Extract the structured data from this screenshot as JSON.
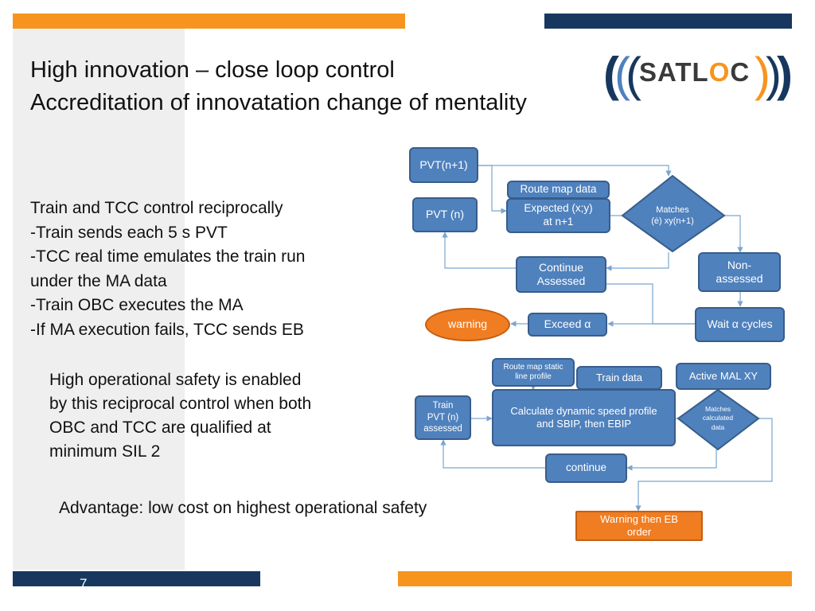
{
  "slide": {
    "title_line1": "High innovation – close loop control",
    "title_line2": "Accreditation of innovatation change of mentality",
    "text_block1": [
      "Train and TCC control reciprocally",
      "-Train sends each 5 s PVT",
      "-TCC real time emulates the train run",
      "under the MA data",
      "-Train OBC executes the MA",
      "-If MA execution fails, TCC sends EB"
    ],
    "text_block2": [
      "High operational safety is enabled",
      "by this reciprocal control when both",
      "OBC and TCC are qualified at",
      "minimum SIL 2"
    ],
    "advantage": "Advantage: low cost on highest operational safety",
    "page_number": "7",
    "logo": {
      "text_prefix": "SATL",
      "text_o": "O",
      "text_suffix": "C"
    },
    "colors": {
      "orange": "#f7941d",
      "navy": "#17375e",
      "node_blue": "#4f81bd",
      "node_orange": "#f07d22",
      "connector": "#7aa6cf"
    }
  },
  "flow_top": {
    "pvt_n1": "PVT(n+1)",
    "pvt_n": "PVT (n)",
    "route_map_data": "Route map data",
    "expected_line1": "Expected (x;y)",
    "expected_line2": "at n+1",
    "matches_line1": "Matches",
    "matches_line2": "(ė) xy(n+1)",
    "non_assessed_line1": "Non-",
    "non_assessed_line2": "assessed",
    "continue_line1": "Continue",
    "continue_line2": "Assessed",
    "wait": "Wait α cycles",
    "exceed": "Exceed α",
    "warning": "warning"
  },
  "flow_bottom": {
    "route_static_line1": "Route map static",
    "route_static_line2": "line profile",
    "train_data": "Train data",
    "active_mal": "Active MAL XY",
    "train_pvt_line1": "Train",
    "train_pvt_line2": "PVT (n)",
    "train_pvt_line3": "assessed",
    "calc_line1": "Calculate dynamic speed profile",
    "calc_line2": "and SBIP, then EBIP",
    "matches_line1": "Matches",
    "matches_line2": "calculated",
    "matches_line3": "data",
    "continue": "continue",
    "warning_eb_line1": "Warning then EB",
    "warning_eb_line2": "order"
  }
}
